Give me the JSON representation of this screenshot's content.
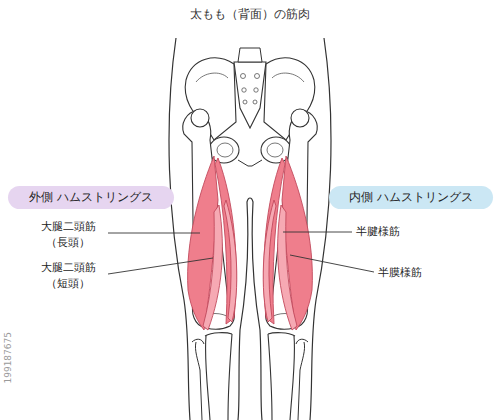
{
  "diagram": {
    "title": "太もも（背面）の筋肉",
    "nodes": [
      {
        "text": [
          "外側 ハムストリングス"
        ]
      },
      {
        "text": [
          "内側 ハムストリングス"
        ]
      }
    ],
    "labels": [
      "大腿二頭筋（長頭）",
      "大腿二頭筋（短頭）",
      "半腱様筋",
      "半膜様筋",
      "199187675"
    ]
  }
}
